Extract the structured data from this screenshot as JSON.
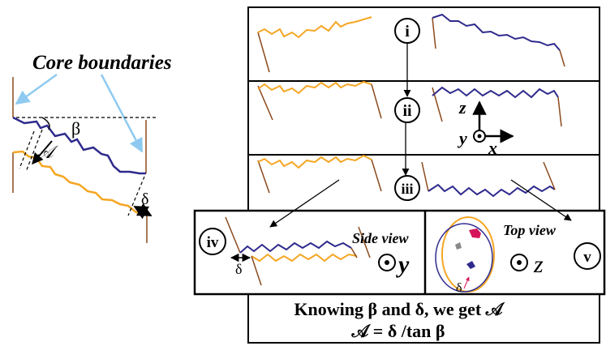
{
  "left_panel": {
    "title": "Core boundaries",
    "beta_label": "β",
    "area_label": "𝒜",
    "delta_label": "δ"
  },
  "steps": {
    "i": "i",
    "ii": "ii",
    "iii": "iii",
    "iv": "iv",
    "v": "v"
  },
  "axes": {
    "z": "z",
    "y": "y",
    "x": "x"
  },
  "side_view": {
    "title": "Side view",
    "axis": "y",
    "delta_label": "δ"
  },
  "top_view": {
    "title": "Top view",
    "axis": "z",
    "delta_label": "δ"
  },
  "conclusion": {
    "line1": "Knowing β and  δ, we get 𝒜",
    "line2": "𝒜 = δ /tan β"
  },
  "colors": {
    "orange": "#F5A623",
    "navy": "#2E2A8C",
    "brown": "#8B4A1C",
    "light_blue": "#8ECAF0",
    "magenta": "#D4145A",
    "gray": "#888888"
  }
}
